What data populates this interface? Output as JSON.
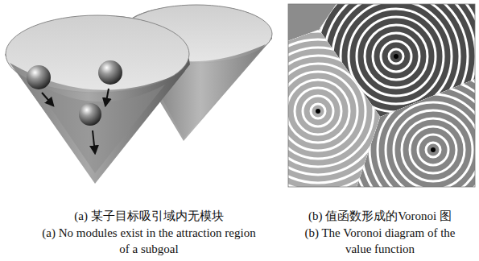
{
  "diagram": {
    "labels": [
      "(a) 某子目标吸引域内无模块",
      "(a) No modules exist in the attraction region of a subgoal",
      "(b) 值函数形成的Voronoi 图",
      "(b) The Voronoi diagram of the value function"
    ]
  }
}
